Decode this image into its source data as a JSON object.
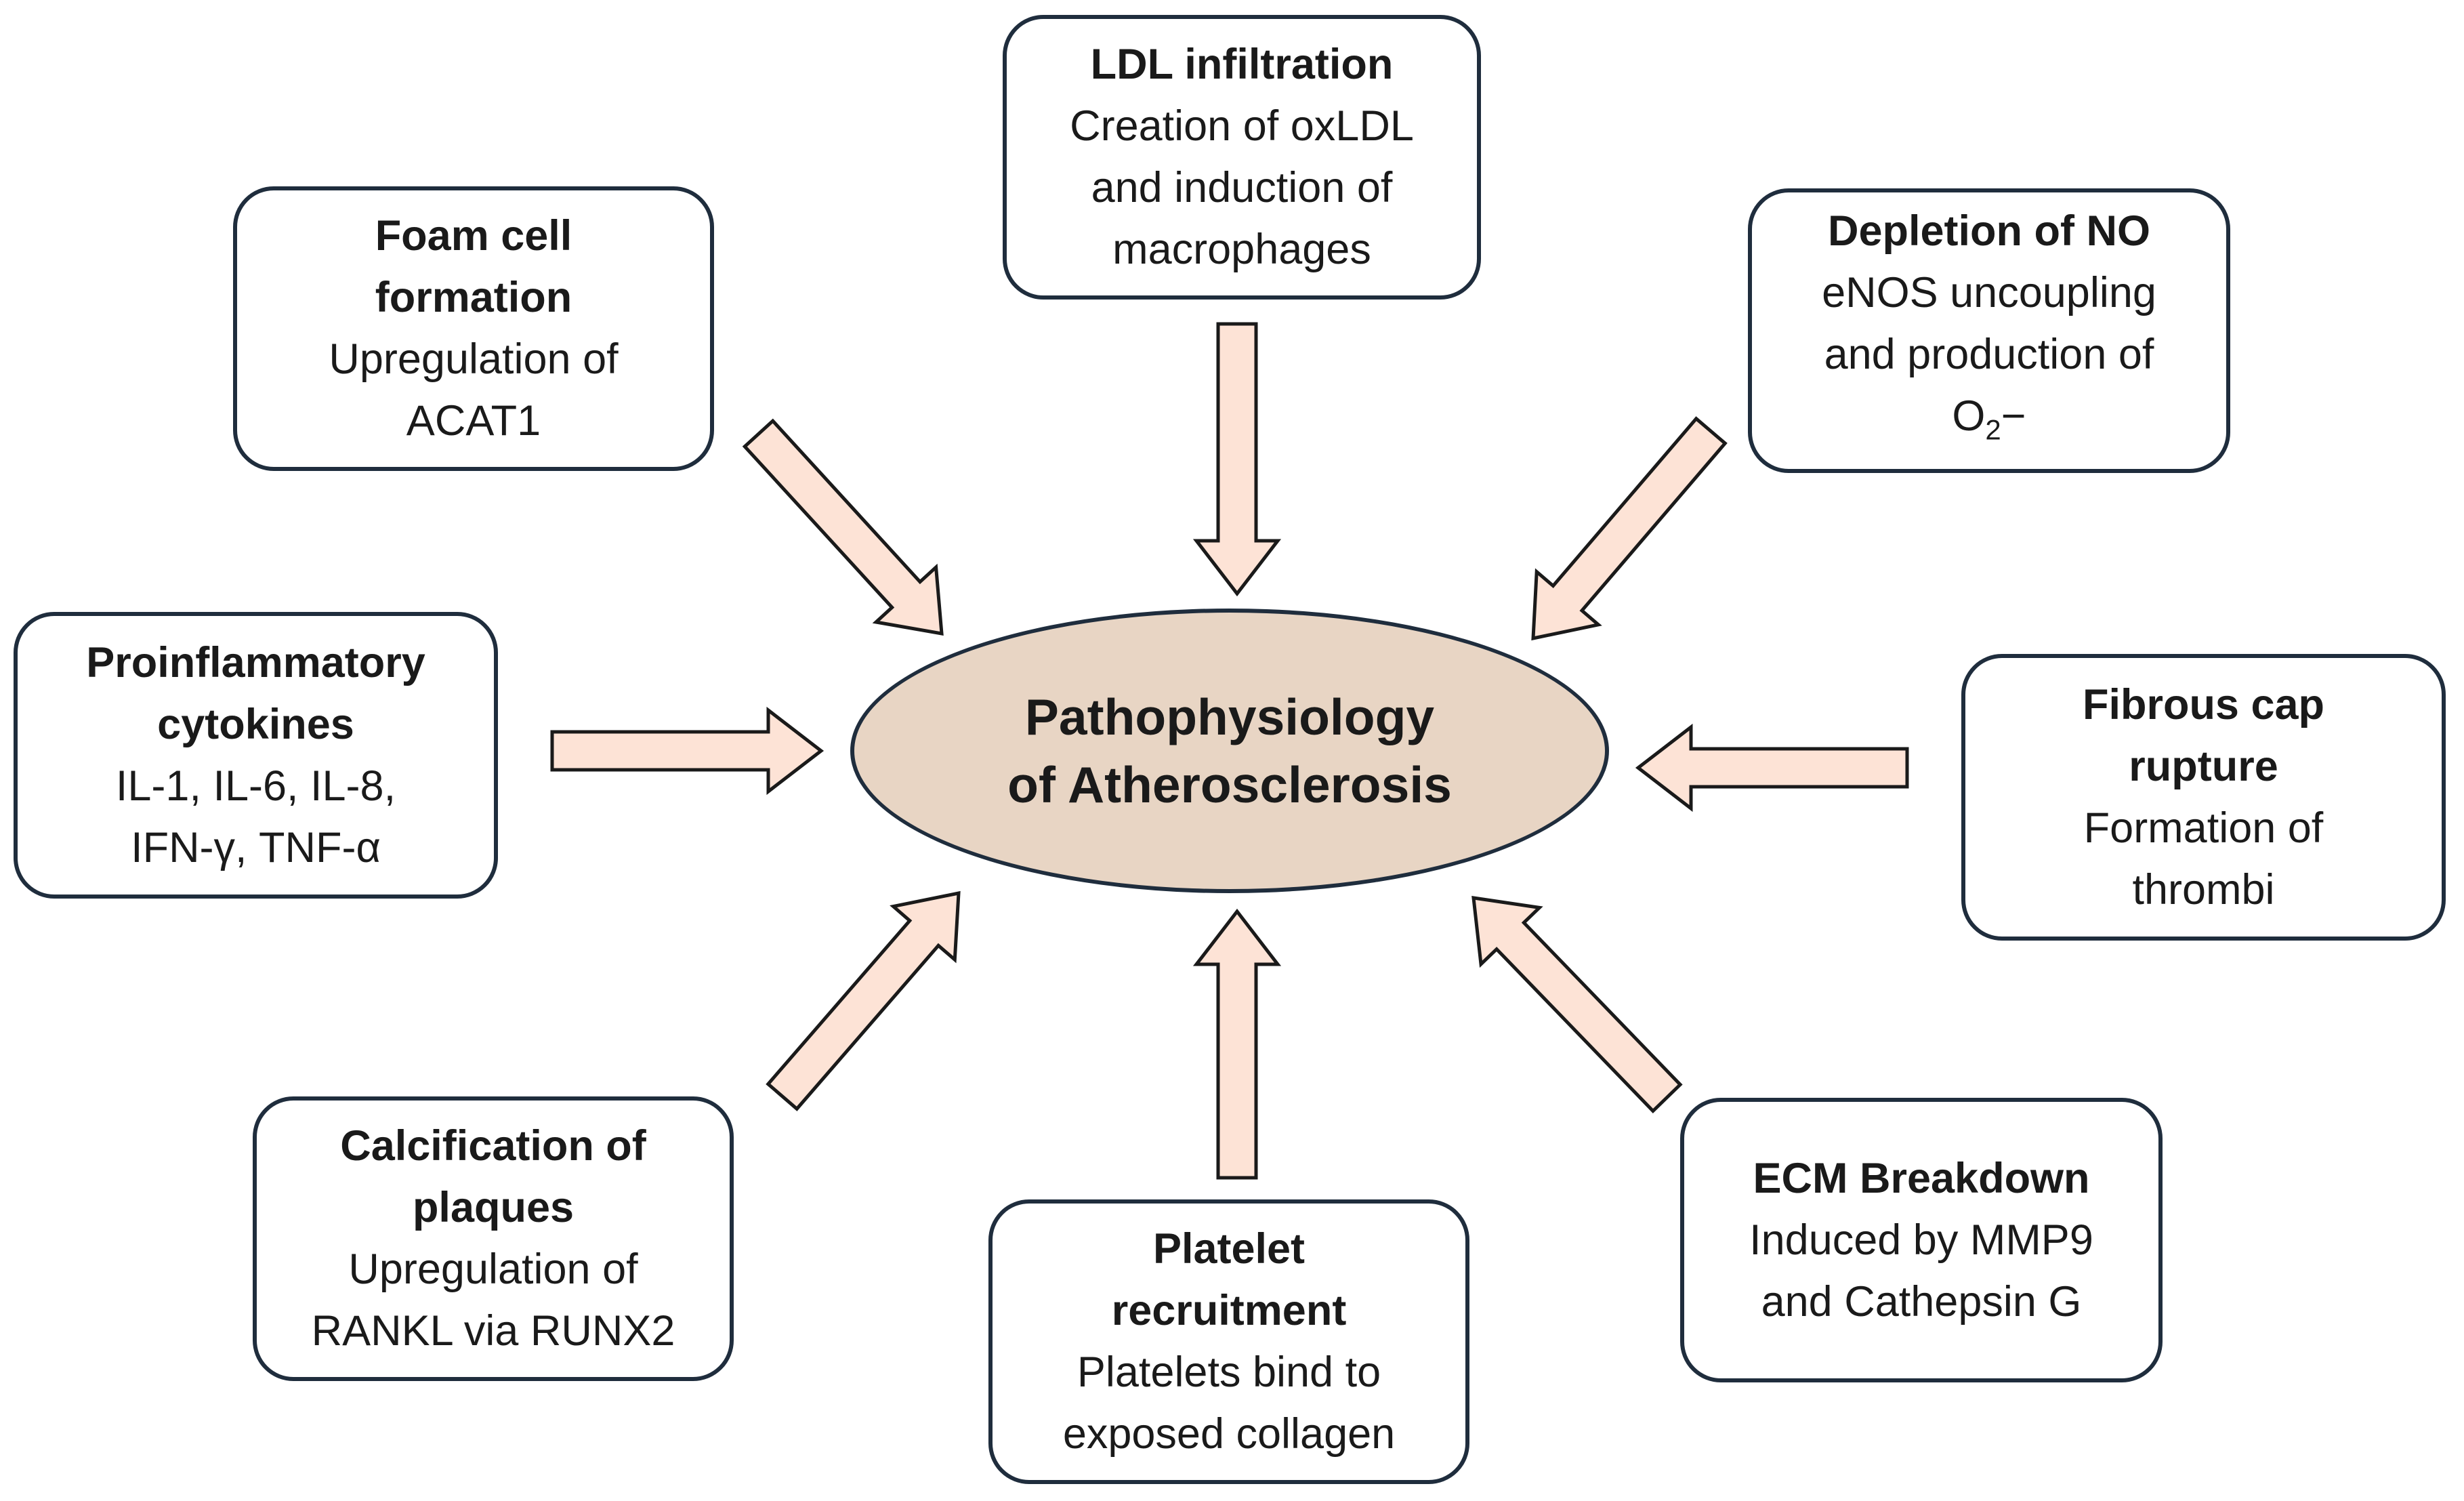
{
  "colors": {
    "box_border": "#1f2d3d",
    "ellipse_fill": "#e8d5c4",
    "arrow_fill": "#fde3d6",
    "arrow_stroke": "#1a1a1a"
  },
  "center": {
    "line1": "Pathophysiology",
    "line2": "of Atherosclerosis"
  },
  "boxes": {
    "ldl": {
      "title": "LDL infiltration",
      "lines": [
        "Creation of oxLDL",
        "and induction of",
        "macrophages"
      ]
    },
    "foam": {
      "title_lines": [
        "Foam cell",
        "formation"
      ],
      "lines": [
        "Upregulation of",
        "ACAT1"
      ]
    },
    "no": {
      "title": "Depletion of NO",
      "lines": [
        "eNOS uncoupling",
        "and production of"
      ],
      "formula_base": "O",
      "formula_sub": "2",
      "formula_sup": "−"
    },
    "cytokines": {
      "title_lines": [
        "Proinflammatory",
        "cytokines"
      ],
      "lines": [
        "IL-1, IL-6, IL-8,",
        "IFN-γ, TNF-α"
      ]
    },
    "fibrous": {
      "title_lines": [
        "Fibrous cap",
        "rupture"
      ],
      "lines": [
        "Formation of",
        "thrombi"
      ]
    },
    "calcification": {
      "title_lines": [
        "Calcification of",
        "plaques"
      ],
      "lines": [
        "Upregulation of",
        "RANKL via RUNX2"
      ]
    },
    "platelet": {
      "title_lines": [
        "Platelet",
        "recruitment"
      ],
      "lines": [
        "Platelets bind to",
        "exposed collagen"
      ]
    },
    "ecm": {
      "title": "ECM Breakdown",
      "lines": [
        "Induced by MMP9",
        "and Cathepsin G"
      ]
    }
  }
}
